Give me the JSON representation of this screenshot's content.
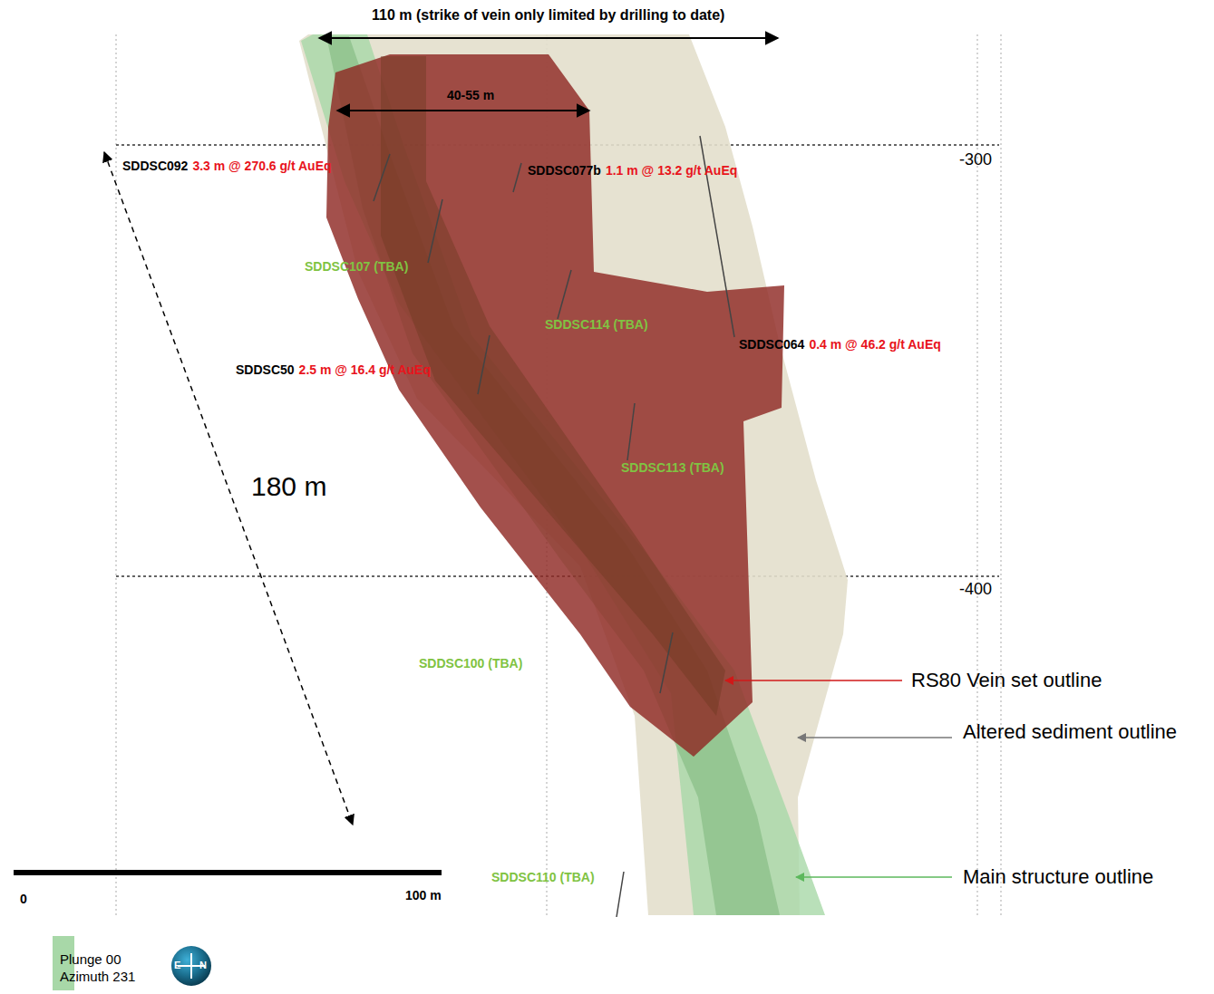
{
  "diagram": {
    "labels": [
      "110 m (strike of vein only limited by drilling to date)",
      "40-55 m",
      "SDDSC092",
      "3.3 m @ 270.6 g/t AuEq",
      "SDDSC077b",
      "1.1 m @ 13.2 g/t AuEq",
      "SDDSC107 (TBA)",
      "SDDSC114 (TBA)",
      "SDDSC064",
      "0.4 m @ 46.2 g/t AuEq",
      "SDDSC50",
      "2.5 m @ 16.4 g/t AuEq",
      "180 m",
      "SDDSC113 (TBA)",
      "-300",
      "-400",
      "SDDSC100 (TBA)",
      "RS80 Vein set outline",
      "Altered sediment outline",
      "Main structure outline",
      "SDDSC110 (TBA)",
      "0",
      "100 m",
      "Plunge 00",
      "Azimuth 231",
      "E",
      "N"
    ]
  }
}
